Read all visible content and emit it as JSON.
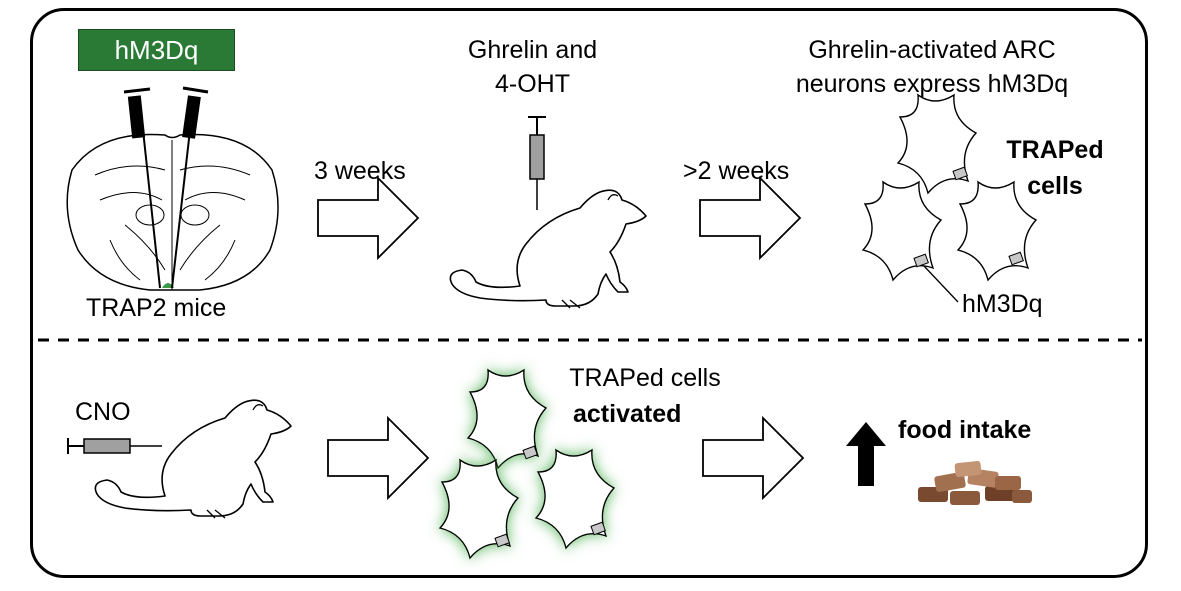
{
  "top_panel": {
    "virus_label": "hM3Dq",
    "mice_label": "TRAP2 mice",
    "step1_label": "3 weeks",
    "injection_label_line1": "Ghrelin and",
    "injection_label_line2": "4-OHT",
    "step2_label": ">2 weeks",
    "result_label_line1": "Ghrelin-activated ARC",
    "result_label_line2": "neurons express hM3Dq",
    "traped_line1": "TRAPed",
    "traped_line2": "cells",
    "receptor_label": "hM3Dq"
  },
  "bottom_panel": {
    "drug_label": "CNO",
    "activated_line1": "TRAPed cells",
    "activated_line2": "activated",
    "outcome_label": "food intake"
  },
  "colors": {
    "virus_green": "#2a7a35",
    "glow_green": "#4caf50",
    "syringe_gray": "#a0a0a0",
    "receptor_gray": "#c8c8c8",
    "food_brown": "#8b5a3c"
  },
  "icons": [
    "brain-section-icon",
    "syringe-icon",
    "mouse-icon",
    "neuron-icon",
    "arrow-right-icon",
    "arrow-up-icon",
    "food-pellets-icon"
  ]
}
